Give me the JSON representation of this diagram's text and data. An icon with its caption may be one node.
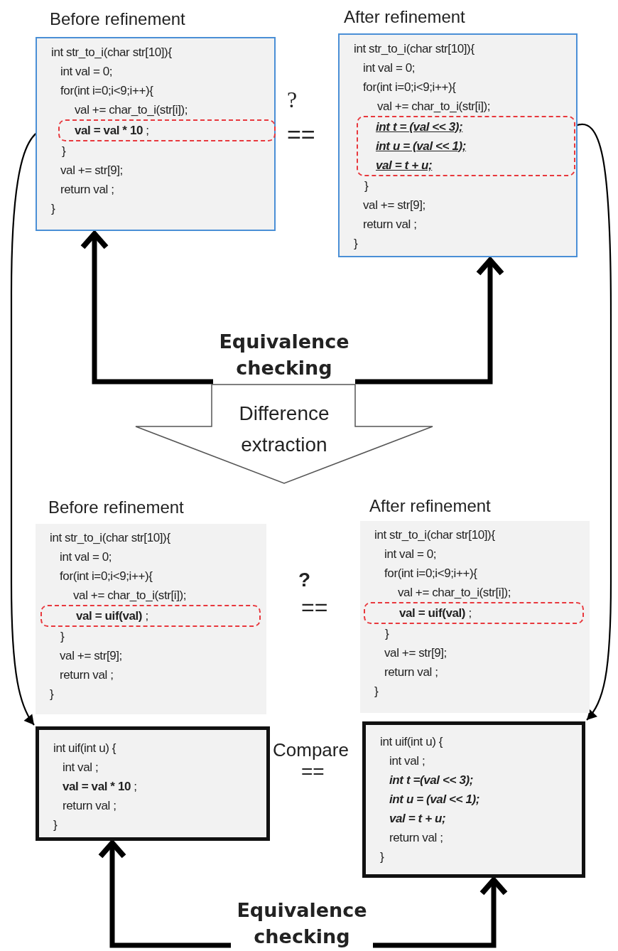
{
  "diagram": {
    "nodes": [
      {
        "text": [
          "Before refinement",
          "int str_to_i(char str[10]){",
          "int val = 0;",
          "for(int i=0;i<9;i++){",
          "val += char_to_i(str[i]);",
          "}",
          "val += str[9];",
          "return val ;",
          "}"
        ]
      },
      {
        "text": [
          "**val = val * 10** ;"
        ],
        "in": 0
      },
      {
        "text": [
          "After refinement",
          "int str_to_i(char str[10]){",
          "int val = 0;",
          "for(int i=0;i<9;i++){",
          "val += char_to_i(str[i]);",
          "}",
          "val += str[9];",
          "return val ;",
          "}"
        ]
      },
      {
        "text": [
          "int t = (val << 3);",
          "int u = (val << 1);",
          "val = t + u;"
        ],
        "in": 2
      },
      {
        "text": [
          "Equivalence checking"
        ]
      },
      {
        "text": [
          "Difference extraction"
        ]
      },
      {
        "text": [
          "Before refinement",
          "int str_to_i(char str[10]){",
          "int val = 0;",
          "for(int i=0;i<9;i++){",
          "val += char_to_i(str[i]);",
          "}",
          "val += str[9];",
          "return val ;",
          "}"
        ]
      },
      {
        "text": [
          "**val = uif(val)** ;"
        ],
        "in": 6
      },
      {
        "text": [
          "After refinement",
          "int str_to_i(char str[10]){",
          "int val = 0;",
          "for(int i=0;i<9;i++){",
          "val += char_to_i(str[i]);",
          "}",
          "val += str[9];",
          "return val ;",
          "}"
        ]
      },
      {
        "text": [
          "**val = uif(val)** ;"
        ],
        "in": 8
      },
      {
        "text": [
          "int uif(int u) {",
          "int val ;",
          "**val = val * 10** ;",
          "return val ;",
          "}"
        ]
      },
      {
        "text": [
          "int uif(int u) {",
          "int val ;",
          "int t =(val << 3);",
          "int u = (val << 1);",
          "val = t + u;",
          "return val ;",
          "}"
        ]
      },
      {
        "text": [
          "Equivalence checking"
        ]
      }
    ],
    "edges": [
      {
        "from": 1,
        "to": 10,
        "arrow": "to"
      },
      {
        "from": 3,
        "to": 11,
        "arrow": "to"
      },
      {
        "from": 4,
        "to": 0,
        "arrow": "to"
      },
      {
        "from": 4,
        "to": 2,
        "arrow": "to"
      },
      {
        "from": 12,
        "to": 10,
        "arrow": "to"
      },
      {
        "from": 12,
        "to": 11,
        "arrow": "to"
      }
    ],
    "labels": [
      "?",
      "==",
      "?",
      "==",
      "Compare",
      "=="
    ]
  }
}
